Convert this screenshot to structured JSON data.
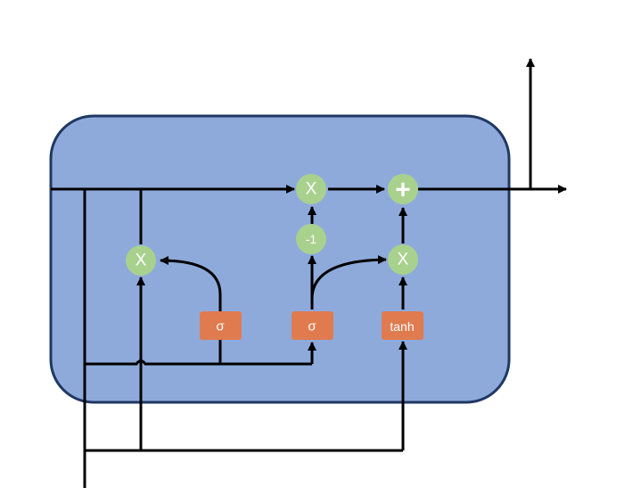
{
  "colors": {
    "cell_fill": "#8eaadb",
    "cell_border": "#203864",
    "node_fill": "#a9d18e",
    "gate_fill": "#e07b4f",
    "line": "#000000",
    "label_text": "#ffffff"
  },
  "nodes": {
    "forget_multiply": "X",
    "top_multiply": "X",
    "add": "+",
    "negate": "-1",
    "input_multiply": "X"
  },
  "gates": {
    "left_sigmoid": "σ",
    "middle_sigmoid": "σ",
    "tanh": "tanh"
  }
}
